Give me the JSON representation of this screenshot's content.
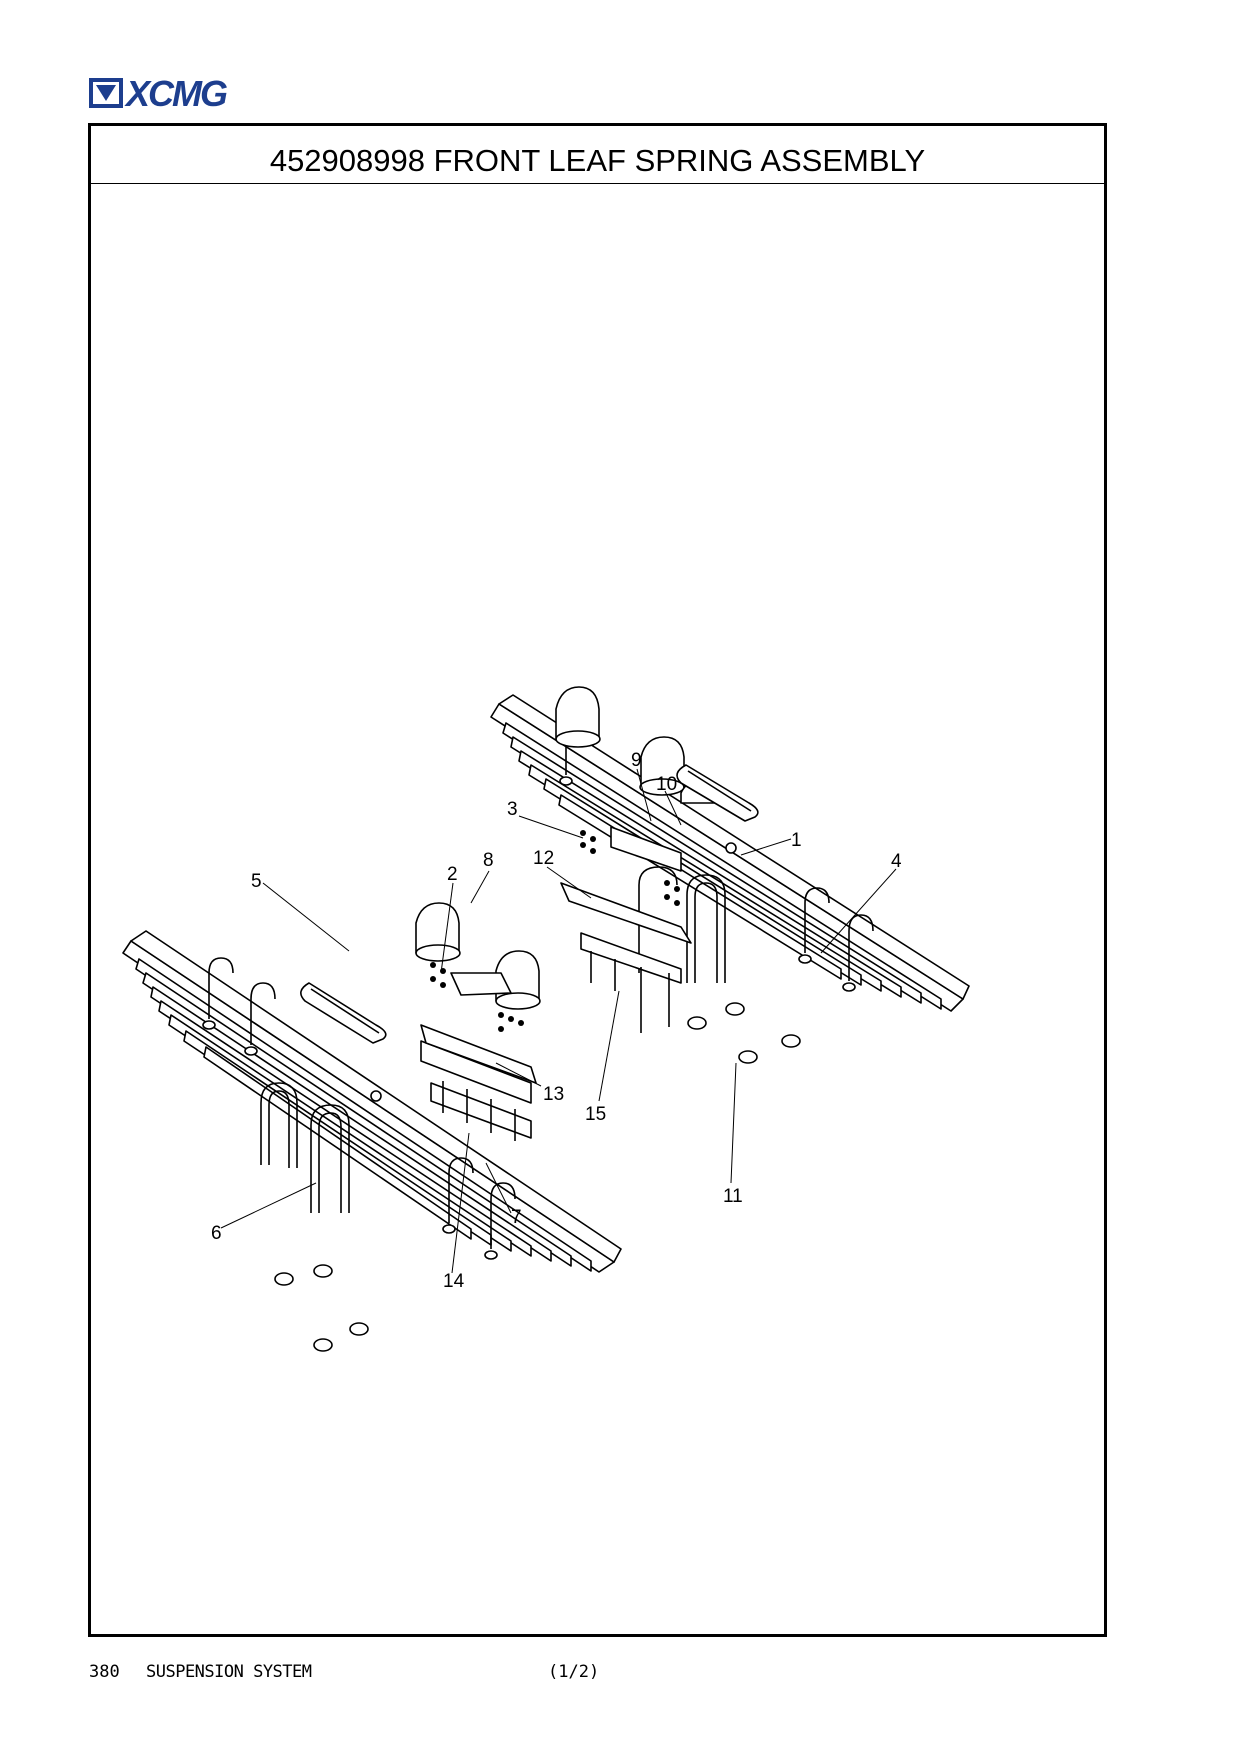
{
  "logo": {
    "text": "XCMG",
    "brand_color": "#1d3e8e",
    "icon": "xcmg-logo-mark"
  },
  "header": {
    "title": "452908998 FRONT LEAF SPRING ASSEMBLY"
  },
  "diagram": {
    "callouts": [
      "1",
      "2",
      "3",
      "4",
      "5",
      "6",
      "7",
      "8",
      "9",
      "10",
      "11",
      "12",
      "13",
      "14",
      "15"
    ]
  },
  "footer": {
    "page_number": "380",
    "section": "SUSPENSION SYSTEM",
    "sheet": "(1/2)"
  }
}
